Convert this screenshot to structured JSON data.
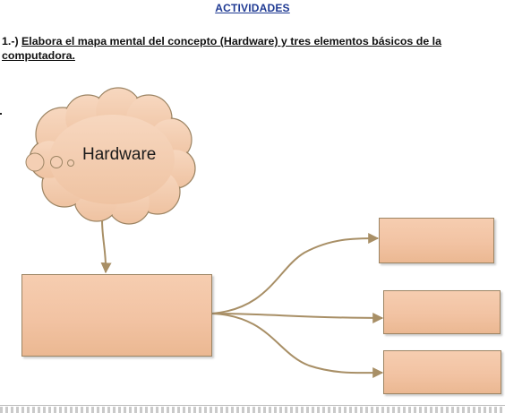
{
  "page": {
    "heading": "ACTIVIDADES",
    "question_number": "1.-)",
    "question_text": "Elabora el mapa mental del concepto (Hardware) y tres elementos básicos de la computadora."
  },
  "mind_map": {
    "central_concept": "Hardware",
    "elements": [
      "",
      "",
      ""
    ],
    "colors": {
      "cloud_fill": "#f2cdb2",
      "box_fill": "#f2c3a3",
      "outline": "#9c8463",
      "connector": "#a88f66",
      "heading_text": "#1f3a93"
    }
  }
}
